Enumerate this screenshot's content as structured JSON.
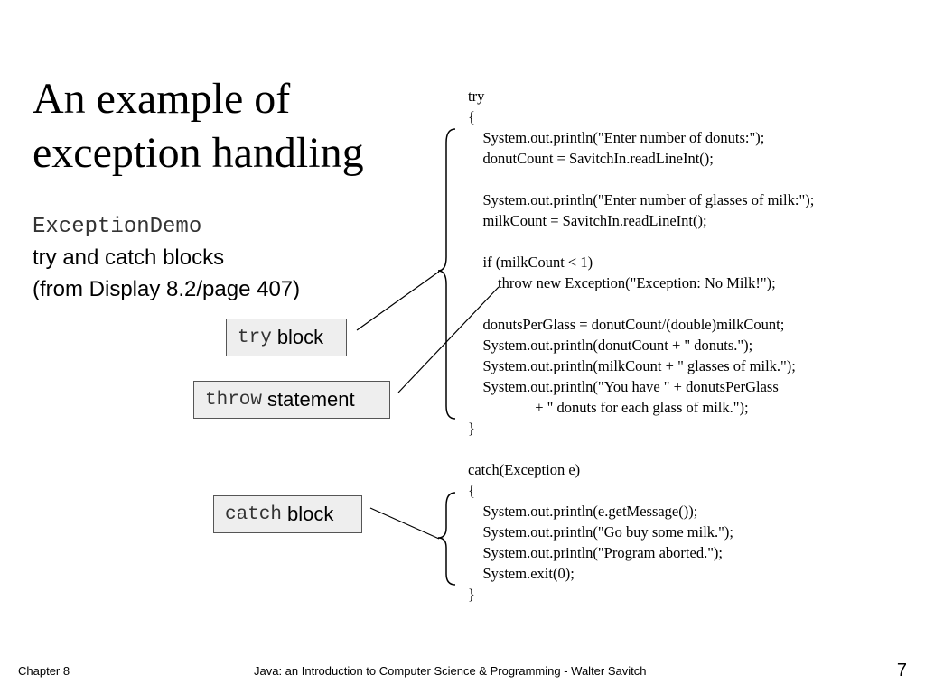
{
  "slide": {
    "title_line1": "An example of",
    "title_line2": "exception handling",
    "demo_name": "ExceptionDemo",
    "subtitle_line1": "try and catch blocks",
    "subtitle_line2": "(from Display 8.2/page 407)"
  },
  "labels": {
    "try_mono": "try",
    "try_text": "block",
    "throw_mono": "throw",
    "throw_text": "statement",
    "catch_mono": "catch",
    "catch_text": "block"
  },
  "code_lines": [
    "try",
    "{",
    "    System.out.println(\"Enter number of donuts:\");",
    "    donutCount = SavitchIn.readLineInt();",
    "",
    "    System.out.println(\"Enter number of glasses of milk:\");",
    "    milkCount = SavitchIn.readLineInt();",
    "",
    "    if (milkCount < 1)",
    "        throw new Exception(\"Exception: No Milk!\");",
    "",
    "    donutsPerGlass = donutCount/(double)milkCount;",
    "    System.out.println(donutCount + \" donuts.\");",
    "    System.out.println(milkCount + \" glasses of milk.\");",
    "    System.out.println(\"You have \" + donutsPerGlass",
    "                  + \" donuts for each glass of milk.\");",
    "}",
    "",
    "catch(Exception e)",
    "{",
    "    System.out.println(e.getMessage());",
    "    System.out.println(\"Go buy some milk.\");",
    "    System.out.println(\"Program aborted.\");",
    "    System.exit(0);",
    "}"
  ],
  "footer": {
    "chapter": "Chapter 8",
    "book": "Java: an Introduction to Computer Science & Programming - Walter Savitch",
    "page": "7"
  }
}
